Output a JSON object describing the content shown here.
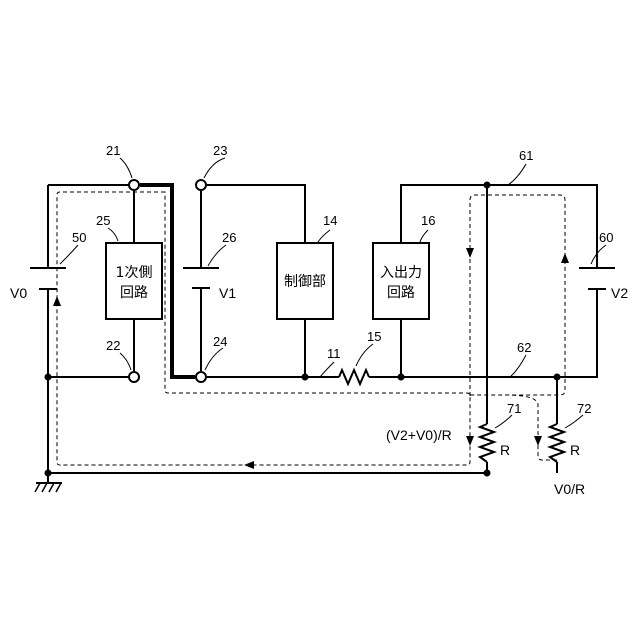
{
  "refs": {
    "n21": "21",
    "n22": "22",
    "n23": "23",
    "n24": "24",
    "n25": "25",
    "n26": "26",
    "n50": "50",
    "n14": "14",
    "n16": "16",
    "n60": "60",
    "n61": "61",
    "n62": "62",
    "n11": "11",
    "n15": "15",
    "n71": "71",
    "n72": "72"
  },
  "labels": {
    "v0": "V0",
    "v1": "V1",
    "v2": "V2",
    "r71": "R",
    "r72": "R",
    "current_a": "(V2+V0)/R",
    "current_b": "V0/R"
  },
  "blocks": {
    "primary_line1": "1次側",
    "primary_line2": "回路",
    "control": "制御部",
    "io_line1": "入出力",
    "io_line2": "回路"
  }
}
